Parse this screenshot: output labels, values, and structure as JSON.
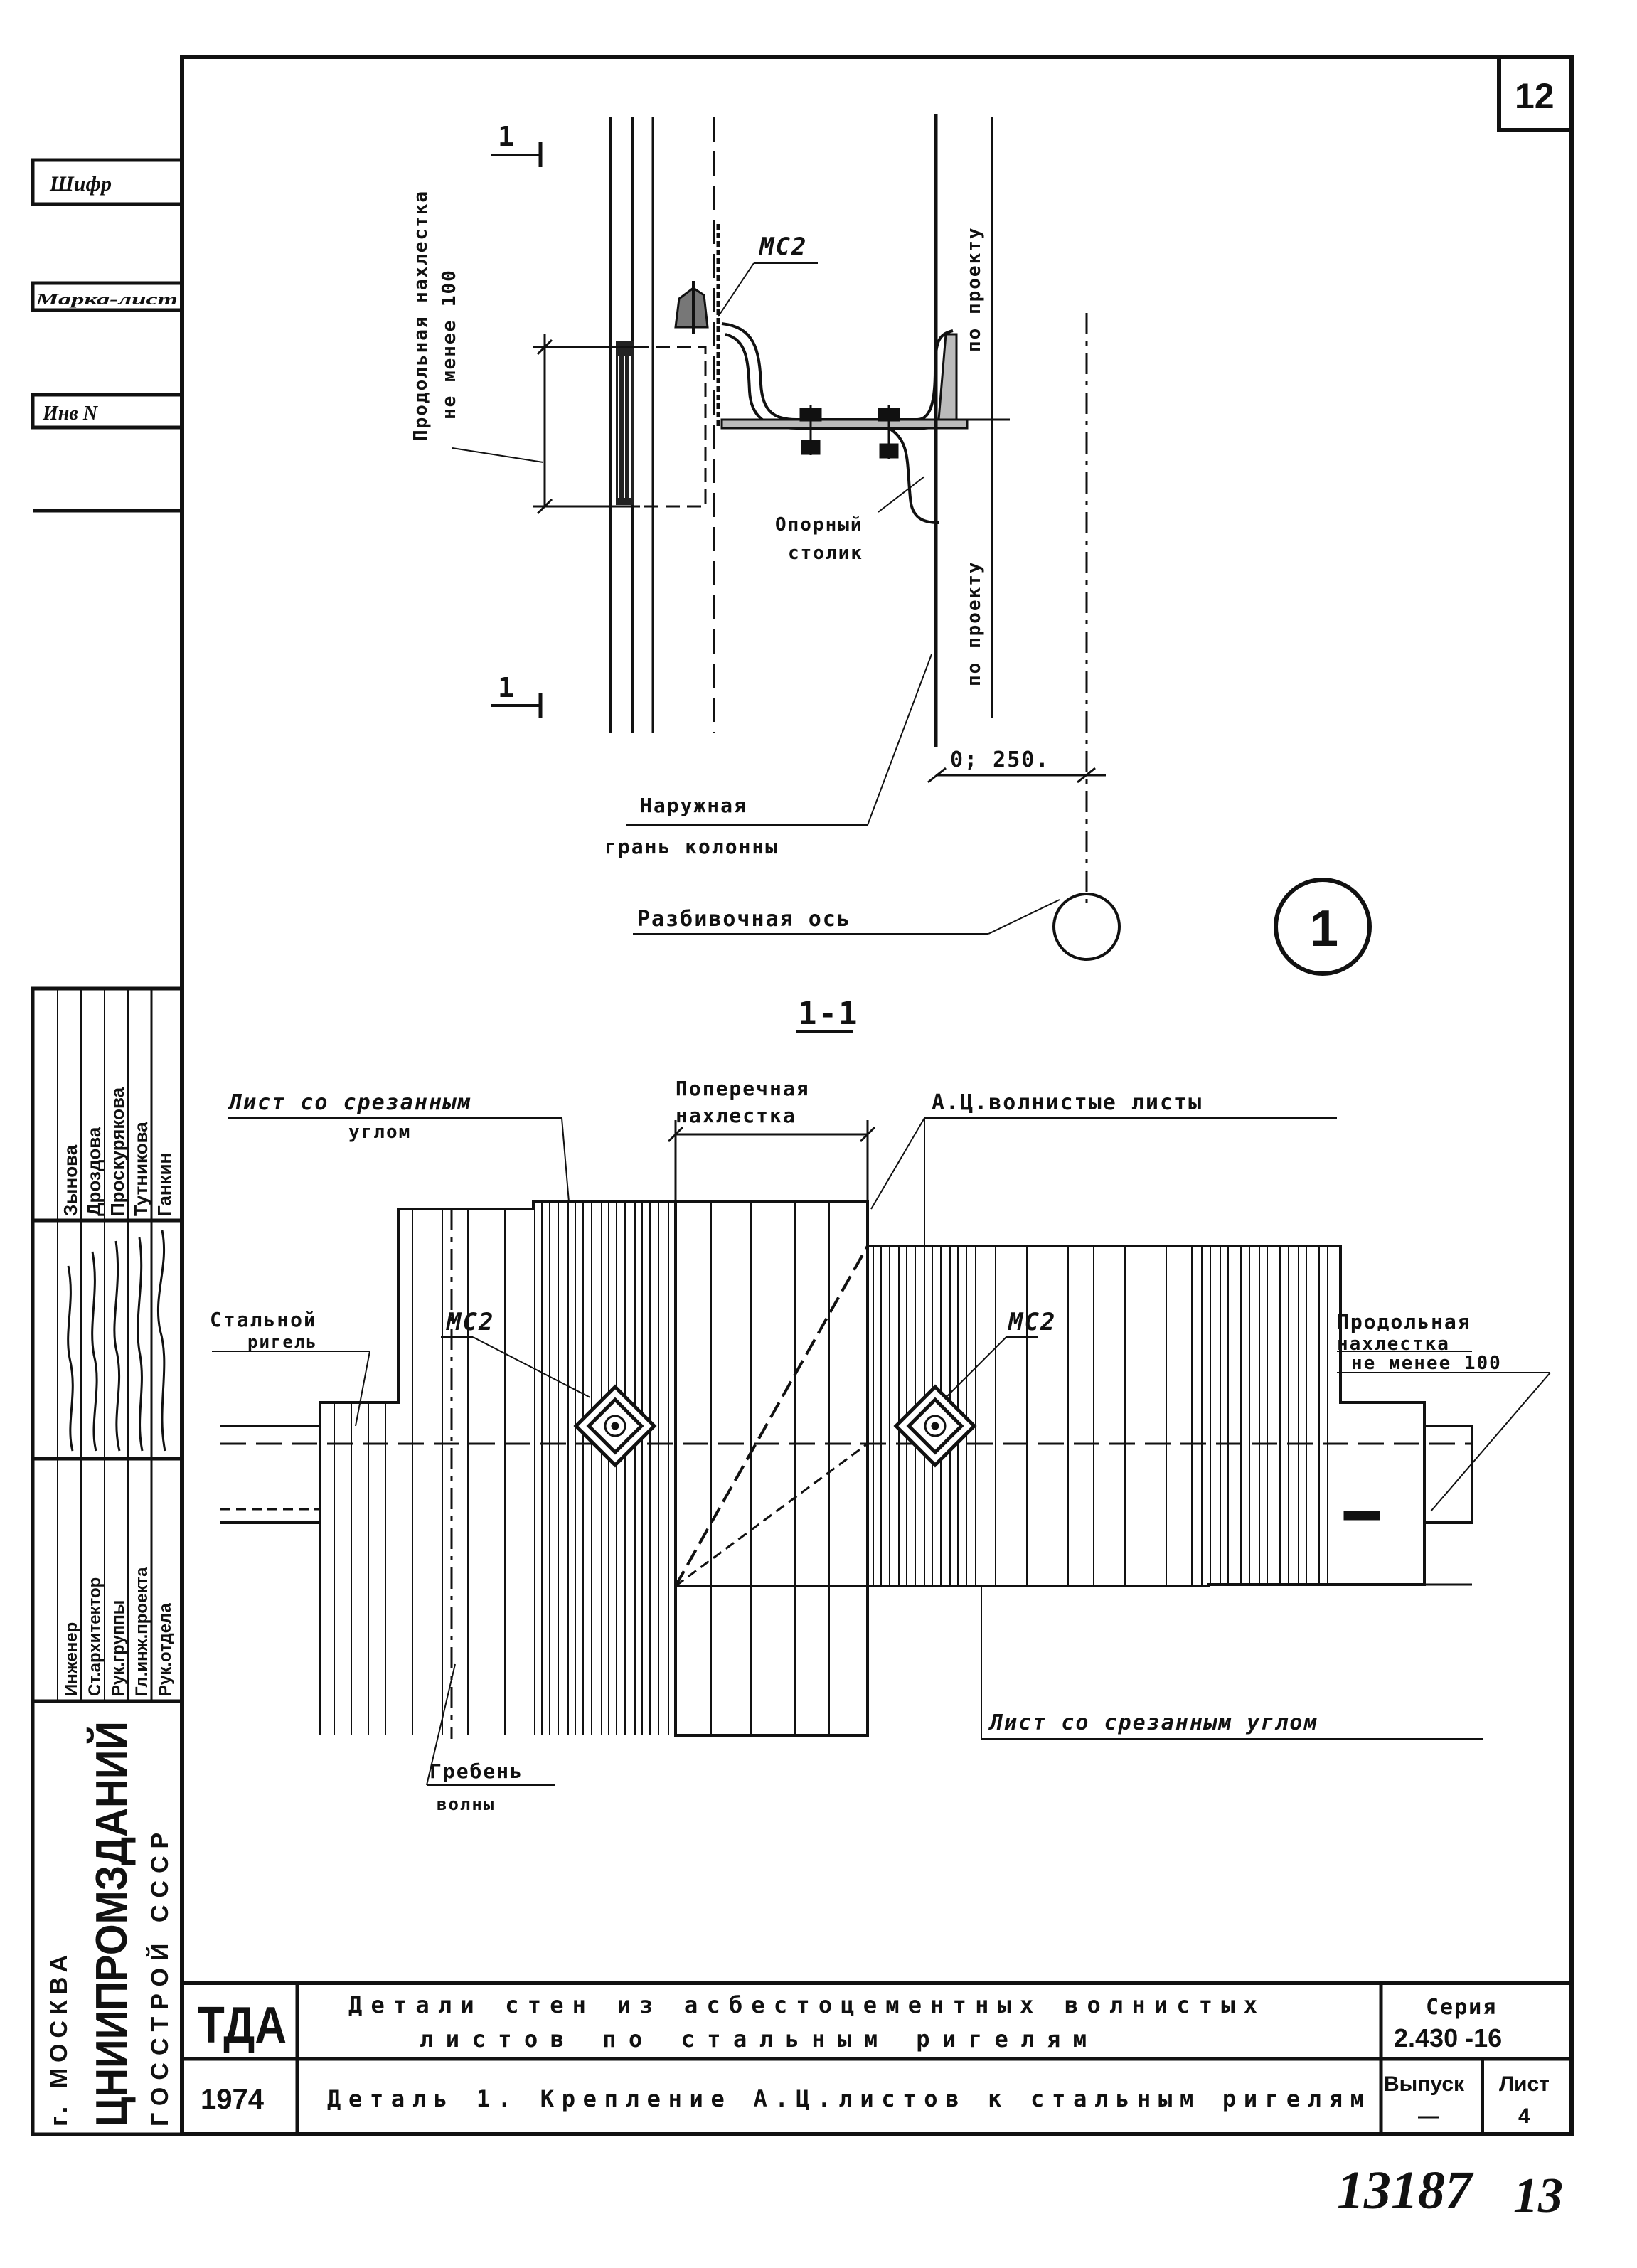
{
  "sheet_number": "12",
  "side_stamp": {
    "cipher_label": "Шифр",
    "mark_sheet_label": "Марка-лист",
    "inv_label": "Инв N"
  },
  "staff": {
    "roles": [
      "Рук.отдела",
      "Гл.инж.проекта",
      "Рук.группы",
      "Ст.архитектор",
      "Инженер"
    ],
    "names": [
      "Ганкин",
      "Тутникова",
      "Проскурякова",
      "Дроздова",
      "Зынова"
    ]
  },
  "organization": {
    "line1": "ГОССТРОЙ СССР",
    "line2": "ЦНИИПРОМЗДАНИЙ",
    "line3": "г. МОСКВА"
  },
  "detail1": {
    "longitudinal_overlap": "Продольная нахлестка",
    "not_less_100": "не менее 100",
    "section_mark": "1",
    "weld_mark": "МС2",
    "per_project": "по проекту",
    "support_table_1": "Опорный",
    "support_table_2": "столик",
    "outer_face_1": "Наружная",
    "outer_face_2": "грань колонны",
    "offset_dim": "0; 250.",
    "layout_axis": "Разбивочная ось",
    "detail_number": "1"
  },
  "section_1_1": {
    "title": "1-1",
    "cut_corner_sheet_1": "Лист со срезанным",
    "cut_corner_sheet_2": "углом",
    "transverse_overlap_1": "Поперечная",
    "transverse_overlap_2": "нахлестка",
    "corrugated_sheets": "А.Ц.волнистые листы",
    "steel_girt_1": "Стальной",
    "steel_girt_2": "ригель",
    "weld_mark_left": "МС2",
    "weld_mark_right": "МС2",
    "long_overlap_1": "Продольная",
    "long_overlap_2": "нахлестка",
    "long_overlap_3": "не менее 100",
    "wave_crest_1": "Гребень",
    "wave_crest_2": "волны",
    "cut_corner_sheet_bottom": "Лист со срезанным углом"
  },
  "title_block": {
    "logo": "ТДА",
    "year": "1974",
    "title_line1": "Детали стен из асбестоцементных волнистых",
    "title_line2": "листов по стальным ригелям",
    "series_label": "Серия",
    "series_value": "2.430 -16",
    "detail_title": "Деталь 1. Крепление А.Ц.листов к стальным ригелям",
    "issue_label": "Выпуск",
    "issue_value": "—",
    "sheet_label": "Лист",
    "sheet_value": "4"
  },
  "archive_number": "13187",
  "archive_sheet": "13"
}
